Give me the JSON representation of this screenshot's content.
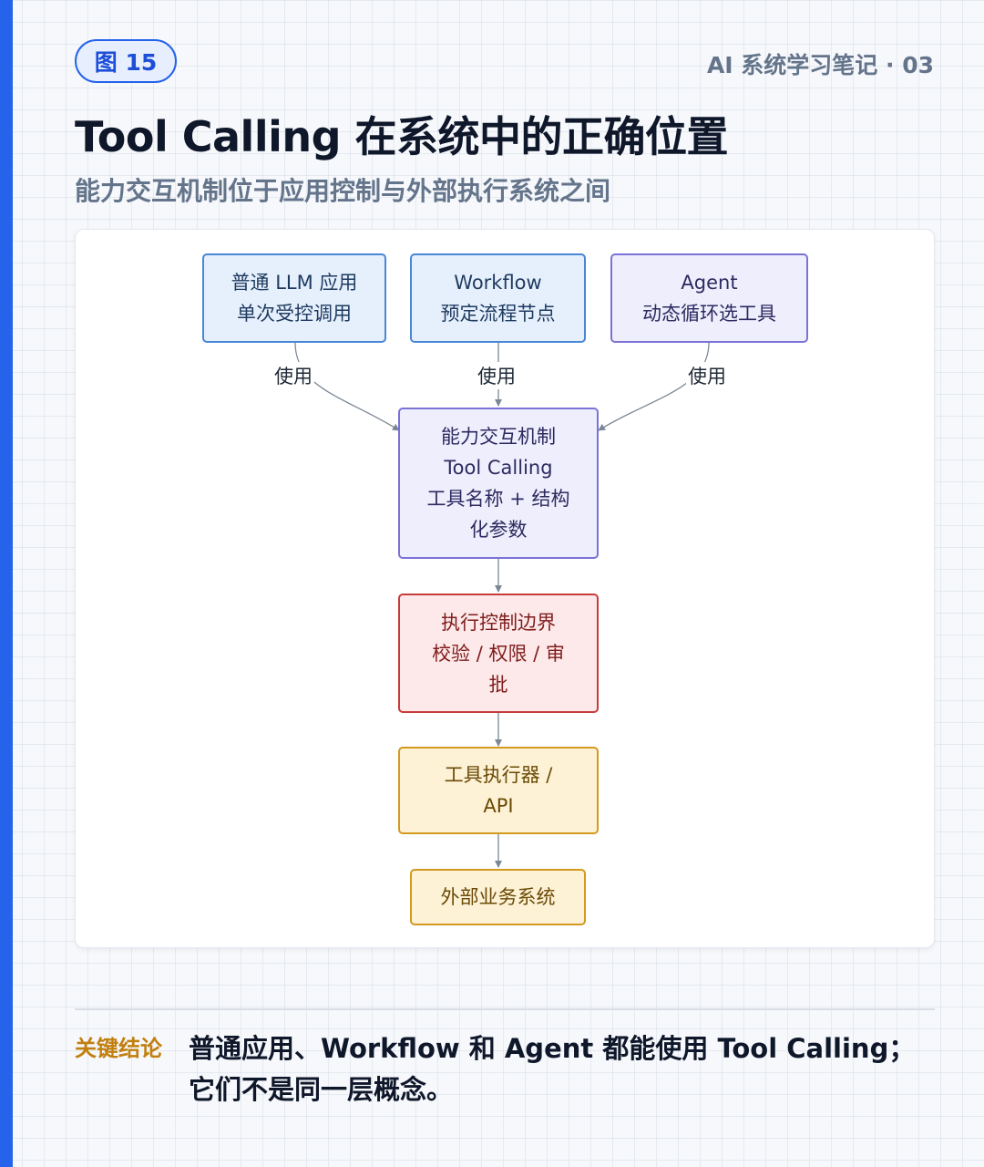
{
  "header": {
    "figure_badge": "图 15",
    "series": "AI 系统学习笔记 · 03",
    "title": "Tool Calling 在系统中的正确位置",
    "subtitle": "能力交互机制位于应用控制与外部执行系统之间"
  },
  "diagram": {
    "nodes": {
      "llm_app": {
        "lines": [
          "普通 LLM 应用",
          "单次受控调用"
        ]
      },
      "workflow": {
        "lines": [
          "Workflow",
          "预定流程节点"
        ]
      },
      "agent": {
        "lines": [
          "Agent",
          "动态循环选工具"
        ]
      },
      "tool_calling": {
        "lines": [
          "能力交互机制",
          "Tool Calling",
          "工具名称 + 结构",
          "化参数"
        ]
      },
      "exec_control": {
        "lines": [
          "执行控制边界",
          "校验 / 权限 / 审",
          "批"
        ]
      },
      "executor": {
        "lines": [
          "工具执行器 /",
          "API"
        ]
      },
      "external": {
        "lines": [
          "外部业务系统"
        ]
      }
    },
    "edge_labels": {
      "left": "使用",
      "middle": "使用",
      "right": "使用"
    },
    "colors": {
      "blue": "#4a86d6",
      "purple": "#7b72d6",
      "red": "#c73b3b",
      "yellow": "#d39a1f",
      "edge": "#7b8794"
    }
  },
  "conclusion": {
    "label": "关键结论",
    "text": "普通应用、Workflow 和 Agent 都能使用 Tool Calling；它们不是同一层概念。"
  }
}
